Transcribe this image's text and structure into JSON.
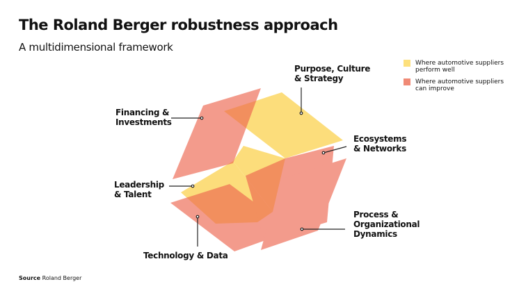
{
  "title": "The Roland Berger robustness approach",
  "subtitle": "A multidimensional framework",
  "labels": {
    "purpose": [
      "Purpose, Culture",
      "& Strategy"
    ],
    "financing": [
      "Financing &",
      "Investments"
    ],
    "ecosystems": [
      "Ecosystems",
      "& Networks"
    ],
    "leadership": [
      "Leadership",
      "& Talent"
    ],
    "technology": [
      "Technology & Data"
    ],
    "process": [
      "Process &",
      "Organizational",
      "Dynamics"
    ]
  },
  "legend": [
    {
      "lines": [
        "Where automotive suppliers",
        "perform well"
      ],
      "color": "#fde07c"
    },
    {
      "lines": [
        "Where automotive suppliers",
        "can improve"
      ],
      "color": "#f08a76"
    }
  ],
  "source": {
    "label": "Source",
    "value": "Roland Berger"
  }
}
